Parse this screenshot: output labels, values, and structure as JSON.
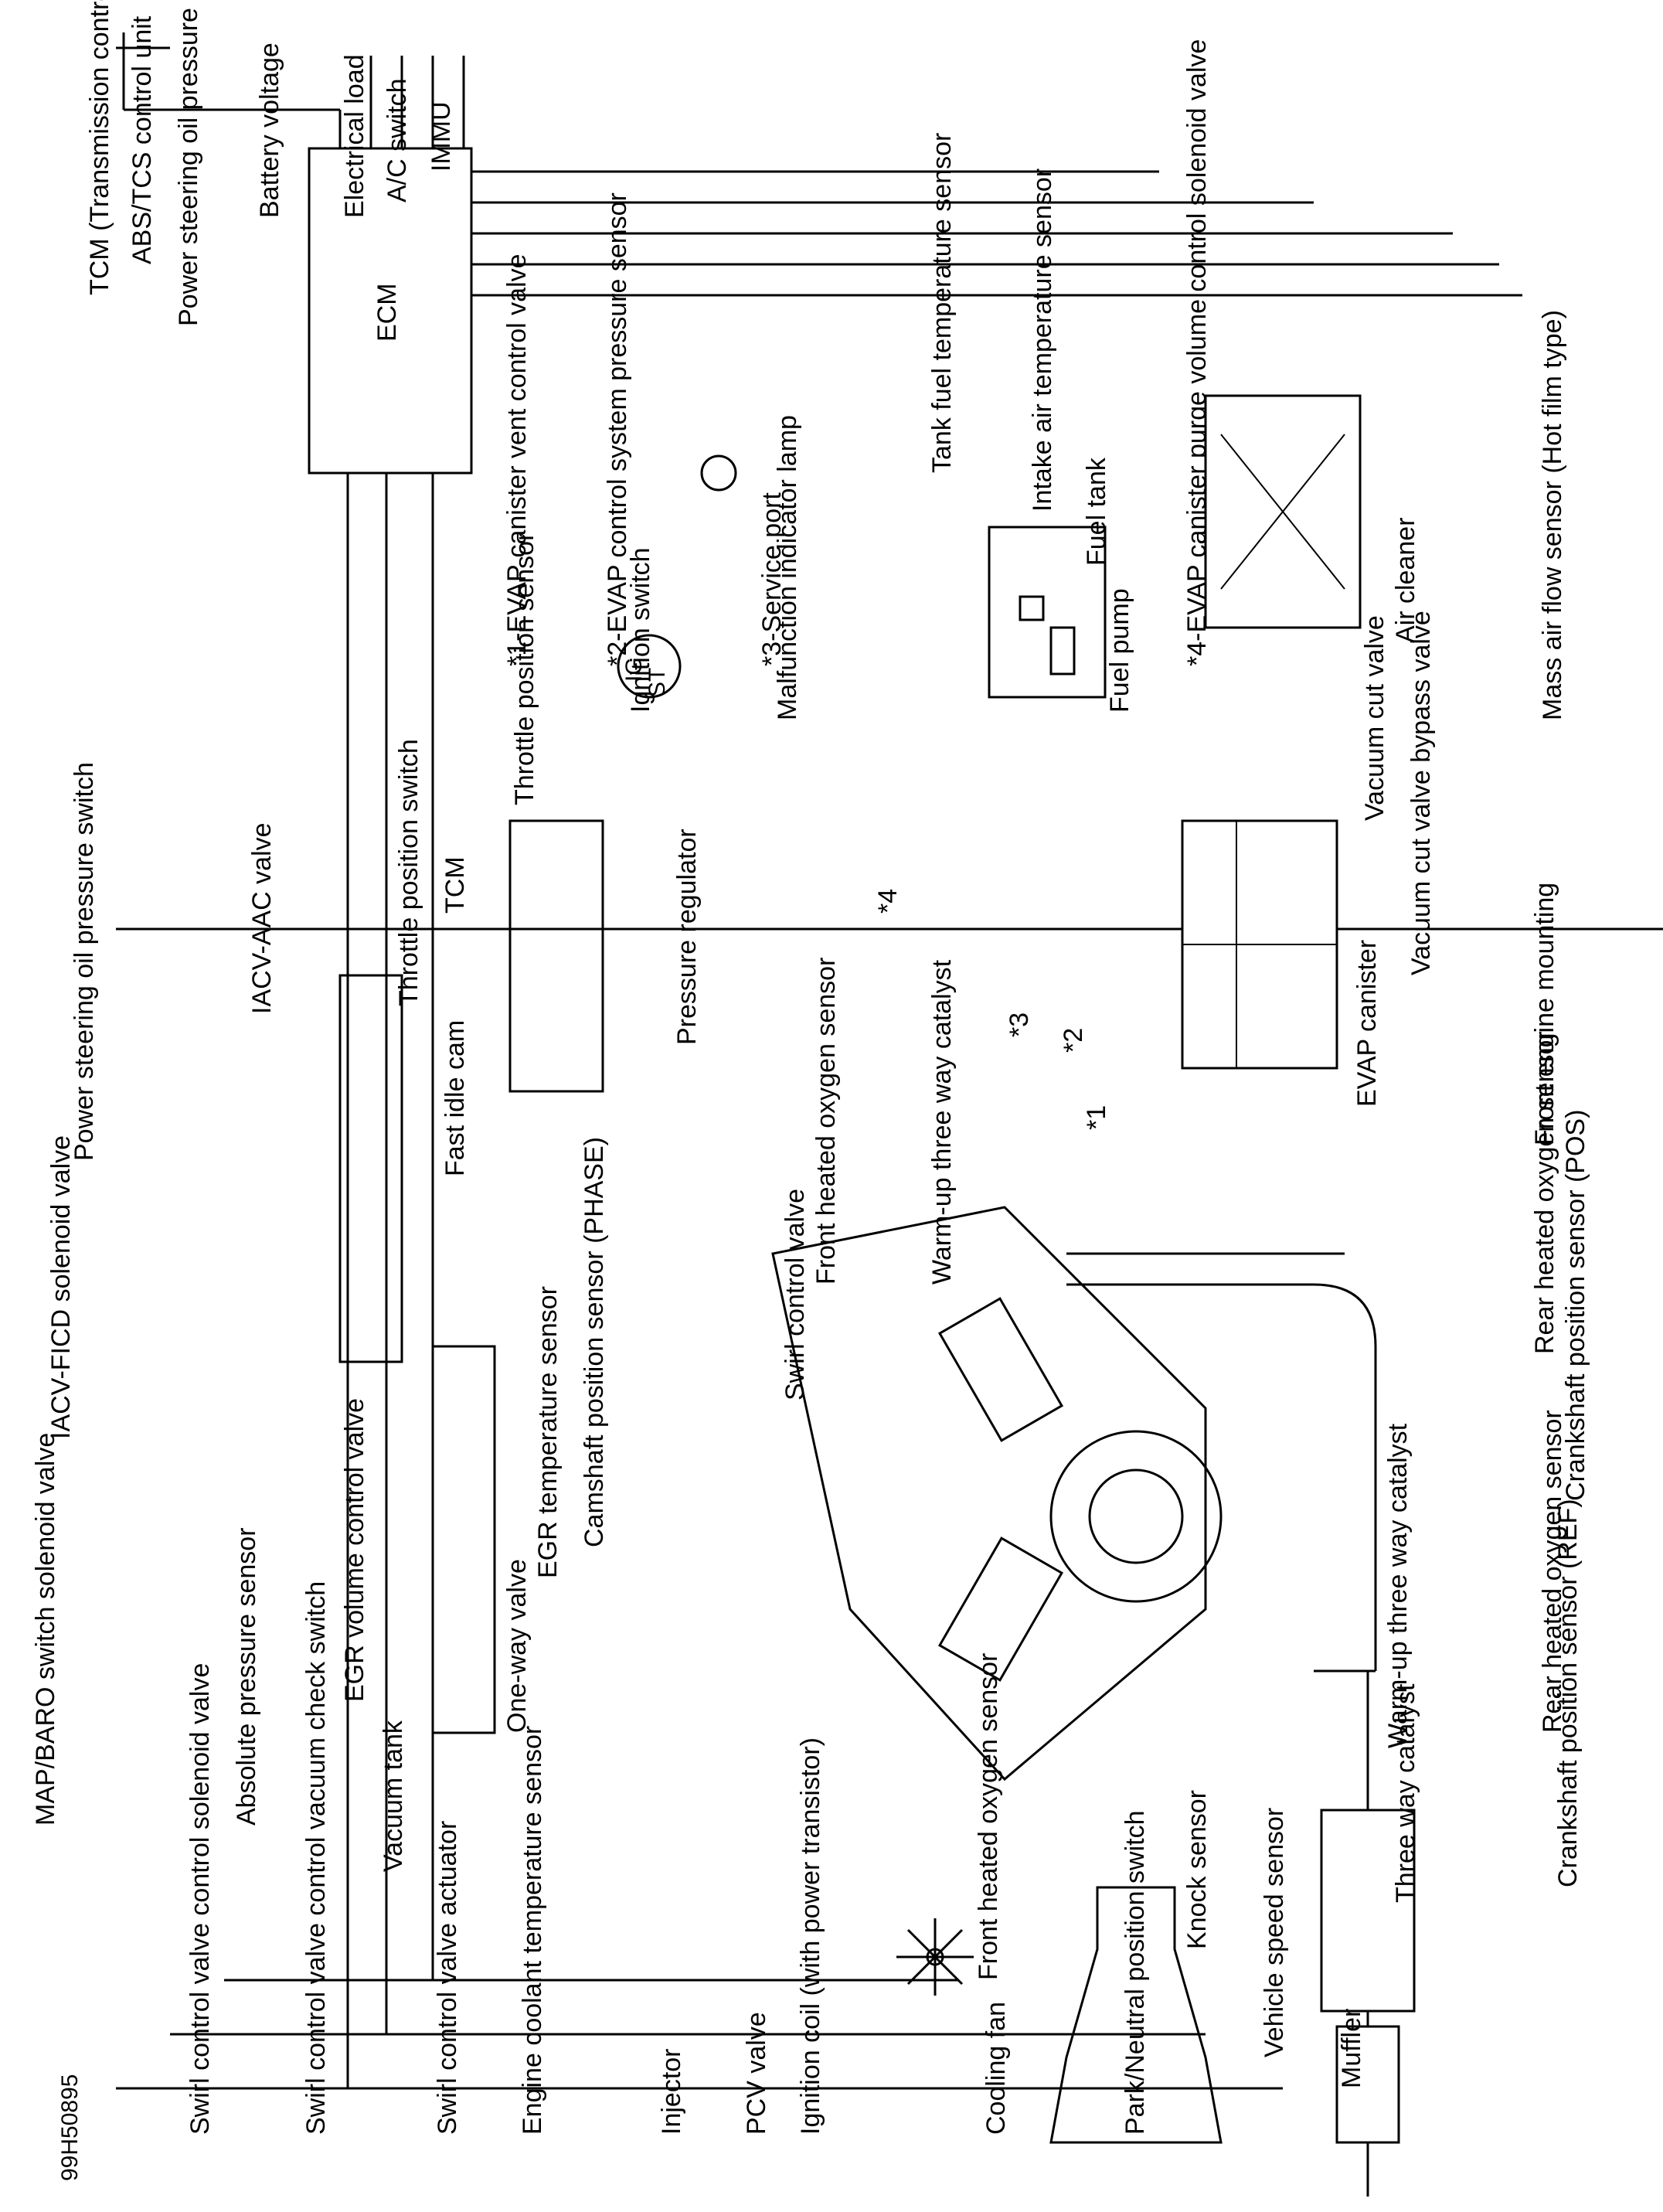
{
  "figure_code": "99H50895",
  "ecm_label": "ECM",
  "inputs_top": [
    "TCM (Transmission control module)",
    "ABS/TCS control unit",
    "Power steering oil pressure switch",
    "Battery voltage",
    "Electrical load",
    "A/C switch",
    "IMMU"
  ],
  "evap_notes": [
    "*1-EVAP canister vent control valve",
    "*2-EVAP control system pressure sensor",
    "*3-Service port",
    "*4-EVAP canister purge volume control solenoid valve"
  ],
  "right_labels": [
    "Tank fuel temperature sensor",
    "Intake air temperature sensor",
    "Malfunction indicator lamp",
    "Ignition switch",
    "Fuel tank",
    "Fuel pump",
    "Air cleaner",
    "Mass air flow sensor (Hot film type)",
    "Vacuum cut valve",
    "Vacuum cut valve bypass valve",
    "Throttle position sensor",
    "Throttle position switch",
    "TCM",
    "Pressure regulator",
    "EVAP canister",
    "Front engine mounting",
    "Rear heated oxygen sensor",
    "Crankshaft position sensor (POS)",
    "Rear heated oxygen sensor",
    "Crankshaft position sensor (REF)",
    "Warm-up three way catalyst",
    "Three way catalyst",
    "Muffler",
    "Vehicle speed sensor",
    "Knock sensor"
  ],
  "center_labels": [
    "IACV-AAC valve",
    "Fast idle cam",
    "Front heated oxygen sensor",
    "Warm-up three way catalyst",
    "Swirl control valve",
    "EGR temperature sensor",
    "Camshaft position sensor (PHASE)",
    "One-way valve",
    "Front heated oxygen sensor",
    "Power steering oil pressure switch"
  ],
  "left_labels": [
    "IACV-FICD solenoid valve",
    "EGR volume control valve",
    "MAP/BARO switch solenoid valve",
    "Absolute pressure sensor",
    "Vacuum tank"
  ],
  "bottom_labels": [
    "Swirl control valve control solenoid valve",
    "Swirl control valve control vacuum check switch",
    "Swirl control valve actuator",
    "Engine coolant temperature sensor",
    "Injector",
    "PCV valve",
    "Ignition coil (with power transistor)",
    "Cooling fan",
    "Park/Neutral position switch"
  ],
  "markers": [
    "*1",
    "*2",
    "*3",
    "*4"
  ],
  "ignition_marks": [
    "IG",
    "ST",
    "O"
  ]
}
